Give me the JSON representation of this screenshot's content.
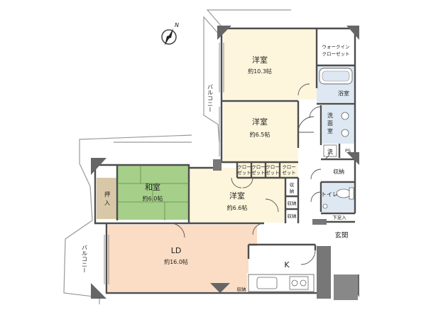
{
  "compass": {
    "north": "N"
  },
  "rooms": {
    "western_top": {
      "name": "洋室",
      "size": "約10.3帖"
    },
    "walkin": {
      "line1": "ウォークイン",
      "line2": "クローゼット"
    },
    "bath": {
      "name": "浴室"
    },
    "western_mid": {
      "name": "洋室",
      "size": "約6.5帖"
    },
    "washroom": {
      "line1": "洗",
      "line2": "面",
      "line3": "室"
    },
    "washer": {
      "name": "洗"
    },
    "ps": {
      "name": "PS"
    },
    "washitsu": {
      "name": "和室",
      "size": "約6.0帖"
    },
    "oshiire": {
      "line1": "押",
      "line2": "入"
    },
    "western_low": {
      "name": "洋室",
      "size": "約6.6帖"
    },
    "closet_a": {
      "line1": "クロー",
      "line2": "ゼット"
    },
    "closet_b": {
      "line1": "クロー",
      "line2": "ゼット"
    },
    "closet_c": {
      "line1": "クロー",
      "line2": "ゼット"
    },
    "closet_d": {
      "line1": "クロー",
      "line2": "ゼット"
    },
    "storage_hall": {
      "name": "収納"
    },
    "storage_1": {
      "line1": "収",
      "line2": "納"
    },
    "storage_2": {
      "name": "収納"
    },
    "storage_3": {
      "name": "収納"
    },
    "toilet": {
      "name": "トイレ"
    },
    "shoe_storage": {
      "name": "下足入"
    },
    "entrance": {
      "name": "玄関"
    },
    "ld": {
      "name": "LD",
      "size": "約16.0帖"
    },
    "kitchen": {
      "name": "K"
    },
    "storage_k": {
      "name": "収納"
    }
  },
  "balcony": {
    "upper": "バルコニー",
    "lower": "バルコニー"
  },
  "colors": {
    "western": "#fdf6dc",
    "ld": "#fbdcc4",
    "washitsu": "#a6d08a",
    "oshiire": "#d9c8a8",
    "wet": "#dde8f3",
    "wall": "#5a5a5a",
    "balcony_line": "#999999"
  }
}
